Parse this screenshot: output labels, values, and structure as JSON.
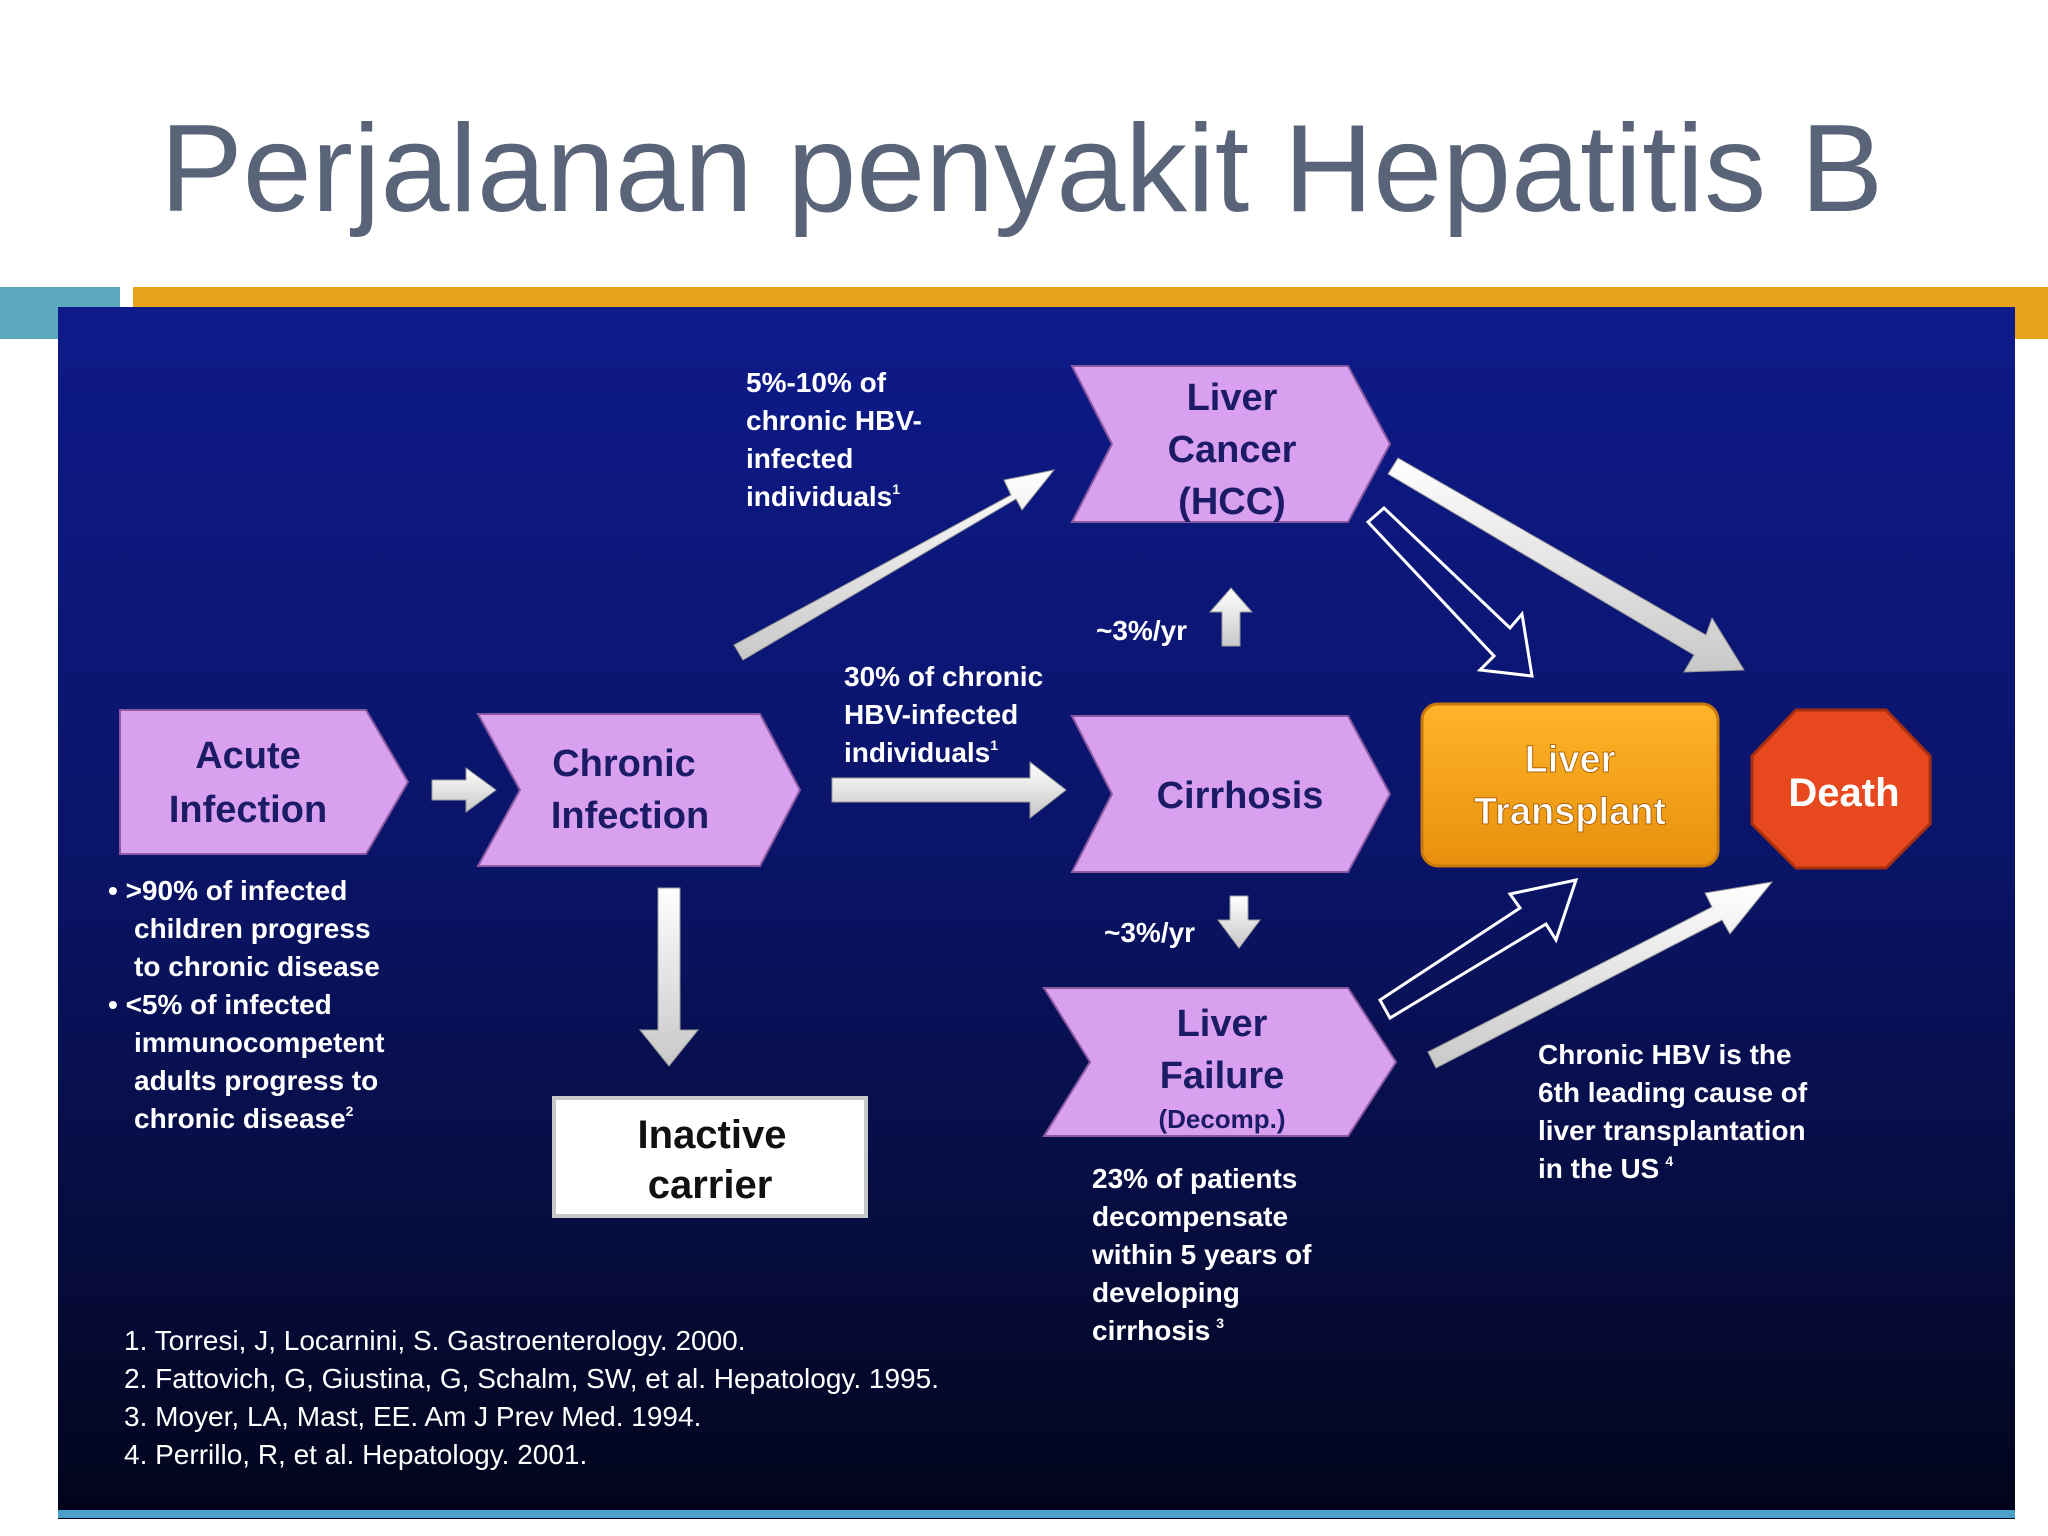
{
  "slide": {
    "title": "Perjalanan penyakit Hepatitis B"
  },
  "colors": {
    "node_fill": "#d9a0f0",
    "transplant": "#f5a020",
    "death": "#e8481e",
    "teal": "#5ba8bd",
    "gold": "#e6a31a"
  },
  "nodes": {
    "acute": [
      "Acute",
      "Infection"
    ],
    "chronic": [
      "Chronic",
      "Infection"
    ],
    "cancer": [
      "Liver",
      "Cancer",
      "(HCC)"
    ],
    "cirrhosis": "Cirrhosis",
    "failure": [
      "Liver",
      "Failure",
      "(Decomp.)"
    ],
    "inactive": [
      "Inactive",
      "carrier"
    ],
    "transplant": [
      "Liver",
      "Transplant"
    ],
    "death": "Death"
  },
  "annotations": {
    "hcc_note": [
      "5%-10% of",
      "chronic HBV-",
      "infected",
      "individuals",
      "1"
    ],
    "cirrhosis_note": [
      "30% of chronic",
      "HBV-infected",
      "individuals",
      "1"
    ],
    "rate_up": "~3%/yr",
    "rate_down": "~3%/yr",
    "acute_bullets": [
      [
        "• >90% of infected",
        "children progress",
        "to chronic disease"
      ],
      [
        "• <5% of infected",
        "immunocompetent",
        "adults progress to",
        "chronic disease",
        "2"
      ]
    ],
    "decomp_note": [
      "23% of patients",
      "decompensate",
      "within 5 years of",
      "developing",
      "cirrhosis",
      "3"
    ],
    "transplant_note": [
      "Chronic HBV is the",
      "6th leading cause of",
      "liver transplantation",
      "in the US",
      "4"
    ]
  },
  "references": [
    "1.  Torresi, J, Locarnini, S. Gastroenterology. 2000.",
    "2.  Fattovich, G, Giustina, G, Schalm, SW, et al. Hepatology. 1995.",
    "3.  Moyer, LA, Mast, EE. Am J Prev Med. 1994.",
    "4.  Perrillo, R, et al. Hepatology. 2001."
  ]
}
